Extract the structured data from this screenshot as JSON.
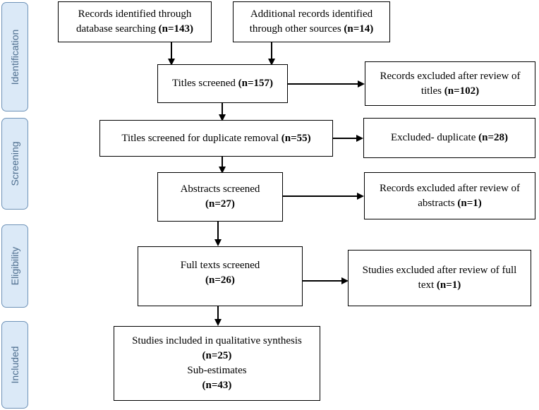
{
  "phases": {
    "identification": "Identification",
    "screening": "Screening",
    "eligibility": "Eligibility",
    "included": "Included"
  },
  "boxes": {
    "database_records": {
      "text": "Records identified through database searching ",
      "count": "(n=143)"
    },
    "other_records": {
      "text": "Additional records identified through other sources ",
      "count": "(n=14)"
    },
    "titles_screened": {
      "text": "Titles screened ",
      "count": "(n=157)"
    },
    "excluded_titles": {
      "text": "Records excluded after review of titles ",
      "count": "(n=102)"
    },
    "duplicate_screen": {
      "text": "Titles screened for duplicate removal ",
      "count": "(n=55)"
    },
    "excluded_duplicate": {
      "text": "Excluded- duplicate ",
      "count": "(n=28)"
    },
    "abstracts_screened": {
      "text": "Abstracts screened",
      "count": "(n=27)"
    },
    "excluded_abstracts": {
      "text": "Records excluded after review of abstracts ",
      "count": "(n=1)"
    },
    "full_texts": {
      "text": "Full texts screened",
      "count": "(n=26)"
    },
    "excluded_fulltext": {
      "text": "Studies excluded after review of full text ",
      "count": "(n=1)"
    },
    "included": {
      "text": "Studies included in qualitative synthesis",
      "count": "(n=25)",
      "sub_label": "Sub-estimates",
      "sub_count": "(n=43)"
    }
  }
}
